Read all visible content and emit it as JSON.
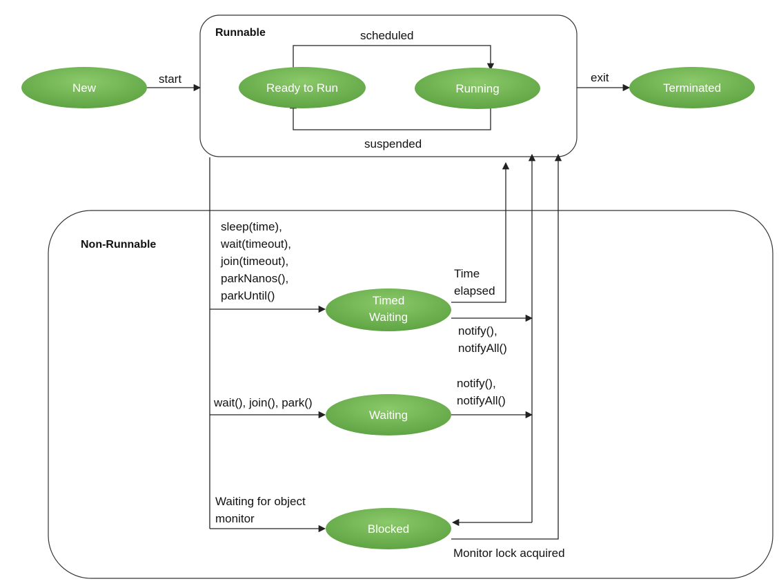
{
  "groups": {
    "runnable": "Runnable",
    "non_runnable": "Non-Runnable"
  },
  "states": {
    "new": "New",
    "ready": "Ready to Run",
    "running": "Running",
    "terminated": "Terminated",
    "timed_waiting_line1": "Timed",
    "timed_waiting_line2": "Waiting",
    "waiting": "Waiting",
    "blocked": "Blocked"
  },
  "transitions": {
    "start": "start",
    "exit": "exit",
    "scheduled": "scheduled",
    "suspended": "suspended",
    "timed_calls": [
      "sleep(time),",
      "wait(timeout),",
      "join(timeout),",
      "parkNanos(),",
      "parkUntil()"
    ],
    "wait_calls": "wait(), join(), park()",
    "monitor_wait": [
      "Waiting for object",
      "monitor"
    ],
    "time_elapsed": [
      "Time",
      "elapsed"
    ],
    "notify_timed": [
      "notify(),",
      "notifyAll()"
    ],
    "notify_waiting": [
      "notify(),",
      "notifyAll()"
    ],
    "monitor_acquired": "Monitor lock acquired"
  },
  "colors": {
    "node_fill": "#6ab04c",
    "node_highlight": "#8bc96a",
    "node_text": "#ffffff",
    "line": "#222222"
  }
}
